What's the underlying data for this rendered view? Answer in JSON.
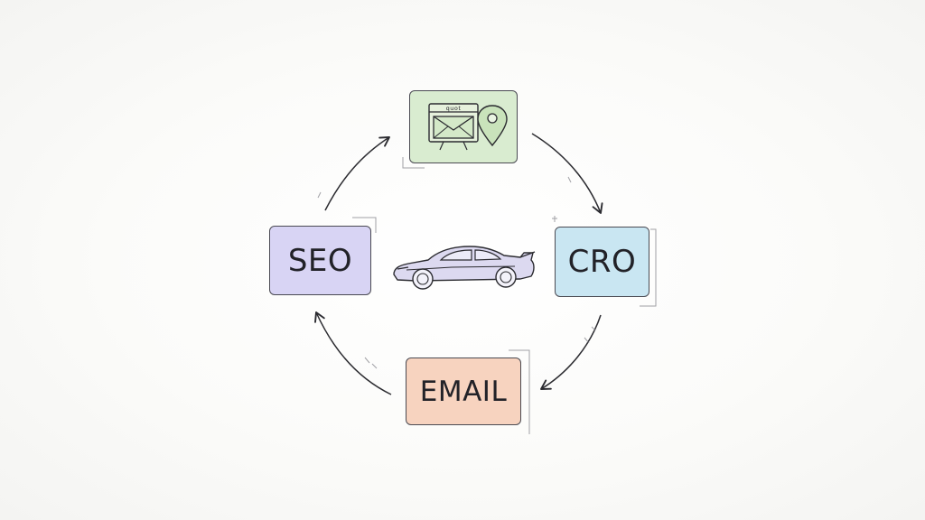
{
  "diagram": {
    "nodes": {
      "top": {
        "icon": "email-location-icon",
        "icon_caption": "quot",
        "color": "#d9ecd0"
      },
      "seo": {
        "label": "SEO",
        "color": "#d8d4f4"
      },
      "cro": {
        "label": "CRO",
        "color": "#c9e6f2"
      },
      "email": {
        "label": "EMAIL",
        "color": "#f7d3bf"
      }
    },
    "center": {
      "icon": "sports-car-icon",
      "color": "#dcd9f0"
    },
    "cycle": {
      "direction": "clockwise",
      "connector": "arrow"
    },
    "stroke_color": "#2b2b30"
  }
}
